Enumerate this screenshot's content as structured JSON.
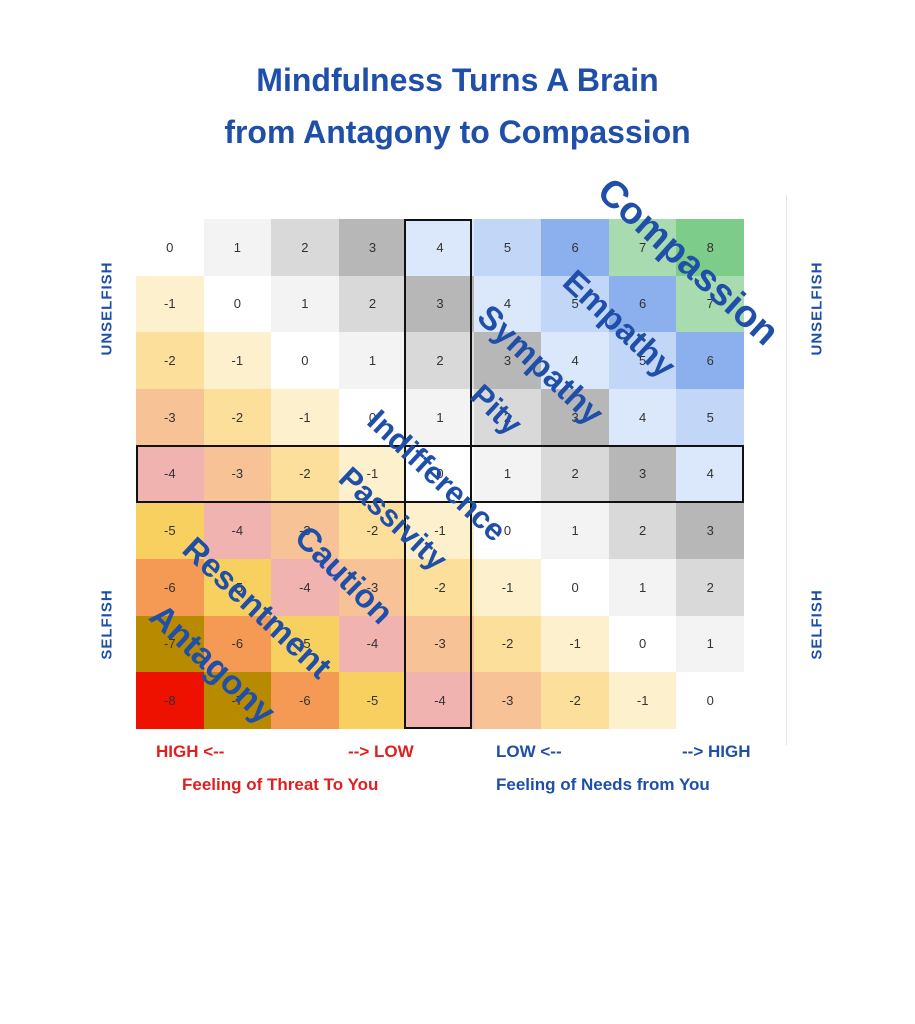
{
  "title": {
    "line1": "Mindfulness Turns A Brain",
    "line2": "from Antagony to Compassion"
  },
  "grid": {
    "rows": [
      [
        0,
        1,
        2,
        3,
        4,
        5,
        6,
        7,
        8
      ],
      [
        -1,
        0,
        1,
        2,
        3,
        4,
        5,
        6,
        7
      ],
      [
        -2,
        -1,
        0,
        1,
        2,
        3,
        4,
        5,
        6
      ],
      [
        -3,
        -2,
        -1,
        0,
        1,
        2,
        3,
        4,
        5
      ],
      [
        -4,
        -3,
        -2,
        -1,
        0,
        1,
        2,
        3,
        4
      ],
      [
        -5,
        -4,
        -3,
        -2,
        -1,
        0,
        1,
        2,
        3
      ],
      [
        -6,
        -5,
        -4,
        -3,
        -2,
        -1,
        0,
        1,
        2
      ],
      [
        -7,
        -6,
        -5,
        -4,
        -3,
        -2,
        -1,
        0,
        1
      ],
      [
        -8,
        -7,
        -6,
        -5,
        -4,
        -3,
        -2,
        -1,
        0
      ]
    ],
    "colors": [
      [
        "#ffffff",
        "#f3f3f3",
        "#d9d9d9",
        "#b7b7b7",
        "#dbe7fb",
        "#c2d6f8",
        "#8cb0ee",
        "#a8dcb0",
        "#7dcc8a"
      ],
      [
        "#fdf0cc",
        "#ffffff",
        "#f3f3f3",
        "#d9d9d9",
        "#b7b7b7",
        "#dbe7fb",
        "#c2d6f8",
        "#8cb0ee",
        "#a8dcb0"
      ],
      [
        "#fbdf9a",
        "#fdf0cc",
        "#ffffff",
        "#f3f3f3",
        "#d9d9d9",
        "#b7b7b7",
        "#dbe7fb",
        "#c2d6f8",
        "#8cb0ee"
      ],
      [
        "#f7c396",
        "#fbdf9a",
        "#fdf0cc",
        "#ffffff",
        "#f3f3f3",
        "#d9d9d9",
        "#b7b7b7",
        "#dbe7fb",
        "#c2d6f8"
      ],
      [
        "#f1b3b0",
        "#f7c396",
        "#fbdf9a",
        "#fdf0cc",
        "#ffffff",
        "#f3f3f3",
        "#d9d9d9",
        "#b7b7b7",
        "#dbe7fb"
      ],
      [
        "#f8d060",
        "#f1b3b0",
        "#f7c396",
        "#fbdf9a",
        "#fdf0cc",
        "#ffffff",
        "#f3f3f3",
        "#d9d9d9",
        "#b7b7b7"
      ],
      [
        "#f59a55",
        "#f8d060",
        "#f1b3b0",
        "#f7c396",
        "#fbdf9a",
        "#fdf0cc",
        "#ffffff",
        "#f3f3f3",
        "#d9d9d9"
      ],
      [
        "#b88a00",
        "#f59a55",
        "#f8d060",
        "#f1b3b0",
        "#f7c396",
        "#fbdf9a",
        "#fdf0cc",
        "#ffffff",
        "#f3f3f3"
      ],
      [
        "#ee1100",
        "#b88a00",
        "#f59a55",
        "#f8d060",
        "#f1b3b0",
        "#f7c396",
        "#fbdf9a",
        "#fdf0cc",
        "#ffffff"
      ]
    ]
  },
  "side_labels": {
    "left_top": "UNSELFISH",
    "left_bottom": "SELFISH",
    "right_top": "UNSELFISH",
    "right_bottom": "SELFISH"
  },
  "diagonal_labels": {
    "compassion": "Compassion",
    "empathy": "Empathy",
    "sympathy": "Sympathy",
    "pity": "Pity",
    "indifference": "Indifference",
    "passivity": "Passivity",
    "caution": "Caution",
    "resentment": "Resentment",
    "antagony": "Antagony"
  },
  "axis": {
    "threat_high": "HIGH <--",
    "threat_low": "--> LOW",
    "needs_low": "LOW <--",
    "needs_high": "--> HIGH",
    "threat_label": "Feeling of Threat To You",
    "needs_label": "Feeling of Needs from You"
  },
  "colors": {
    "title_blue": "#1f4fa8",
    "threat_red": "#e02020"
  }
}
